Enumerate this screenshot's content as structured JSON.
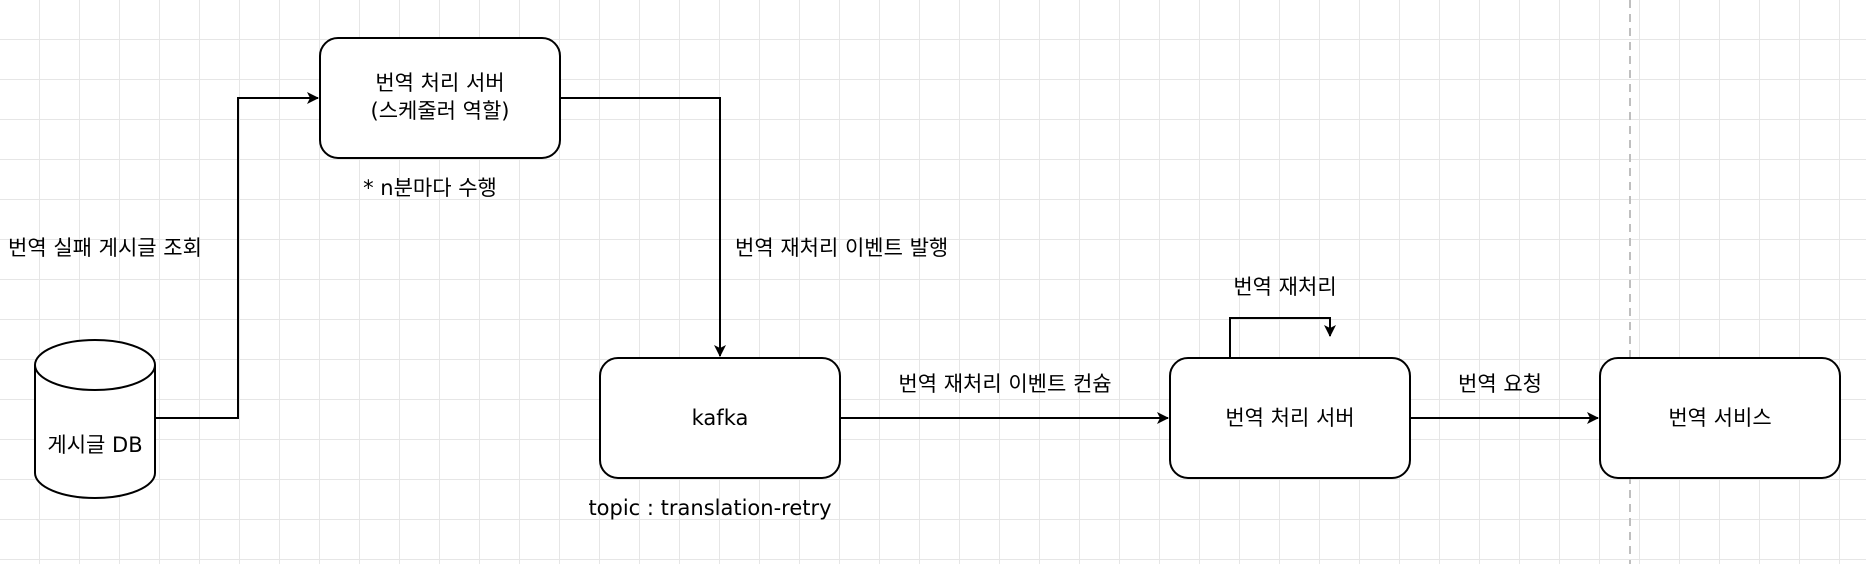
{
  "diagram": {
    "nodes": {
      "scheduler_server": {
        "line1": "번역 처리 서버",
        "line2": "(스케줄러 역할)",
        "note": "* n분마다 수행"
      },
      "post_db": {
        "label": "게시글 DB"
      },
      "kafka": {
        "label": "kafka",
        "note": "topic : translation-retry"
      },
      "translation_server": {
        "label": "번역 처리 서버"
      },
      "translation_service": {
        "label": "번역 서비스"
      }
    },
    "edges": {
      "db_to_scheduler": "번역 실패 게시글 조회",
      "scheduler_to_kafka": "번역 재처리 이벤트 발행",
      "kafka_to_server": "번역 재처리 이벤트 컨슘",
      "server_self_loop": "번역 재처리",
      "server_to_service": "번역 요청"
    }
  }
}
